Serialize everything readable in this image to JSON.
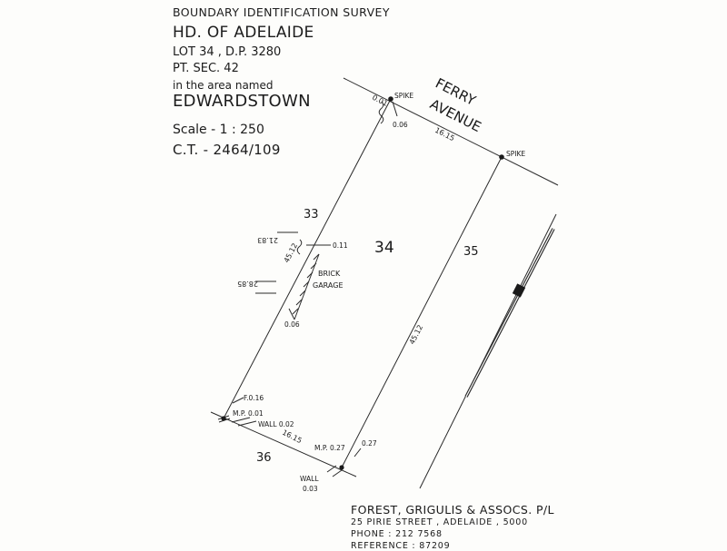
{
  "header": {
    "title": "BOUNDARY IDENTIFICATION SURVEY",
    "hundred": "HD. OF ADELAIDE",
    "lot": "LOT 34 , D.P. 3280",
    "section": "PT. SEC. 42",
    "area_note": "in the area named",
    "suburb": "EDWARDSTOWN",
    "scale": "Scale - 1 : 250",
    "ct": "C.T. - 2464/109"
  },
  "plan": {
    "street_line1": "FERRY",
    "street_line2": "AVENUE",
    "lot_number": "34",
    "adjoining_lots": {
      "left": "33",
      "right": "35",
      "rear": "36"
    },
    "dimensions": {
      "frontage": "16.15",
      "rear": "16.15",
      "west_side": "45.12",
      "east_side": "45.12",
      "garage_offset_upper": "21.83",
      "garage_offset_lower": "28.85"
    },
    "garage": {
      "line1": "BRICK",
      "line2": "GARAGE"
    },
    "annotations": {
      "spike_nw": "SPIKE",
      "spike_ne": "SPIKE",
      "nw_offset": "0.06",
      "nw_corner_value": "0.01",
      "garage_top_offset": "0.11",
      "garage_bottom_offset": "0.06",
      "sw_fence": "F.0.16",
      "sw_mark": "M.P. 0.01",
      "sw_wall": "WALL 0.02",
      "se_mark": "M.P. 0.27",
      "se_offset": "0.27",
      "se_wall_label": "WALL",
      "se_wall_value": "0.03"
    }
  },
  "footer": {
    "firm": "FOREST, GRIGULIS & ASSOCS. P/L",
    "address": "25 PIRIE STREET , ADELAIDE , 5000",
    "phone": "PHONE : 212 7568",
    "reference": "REFERENCE : 87209"
  }
}
